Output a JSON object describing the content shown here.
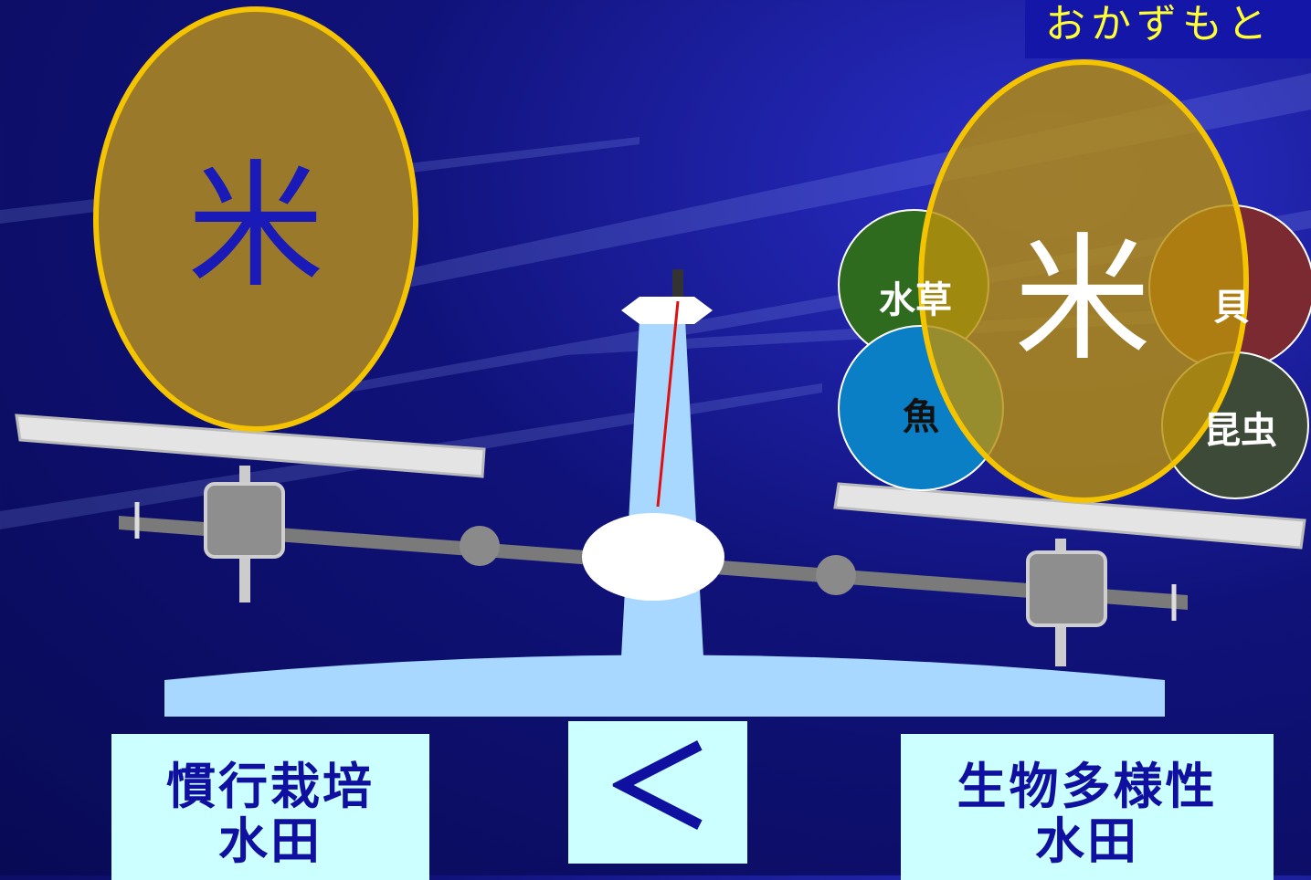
{
  "header": {
    "title": "おかずもと"
  },
  "left_pan": {
    "main_item": "米"
  },
  "right_pan": {
    "main_item": "米",
    "items": [
      {
        "label": "水草",
        "color": "#2e6b1e"
      },
      {
        "label": "魚",
        "color": "#0a7fc6"
      },
      {
        "label": "貝",
        "color": "#7a2a30"
      },
      {
        "label": "昆虫",
        "color": "#3e4a38"
      }
    ]
  },
  "labels": {
    "left": {
      "line1": "慣行栽培",
      "line2": "水田"
    },
    "comparison": "＜",
    "right": {
      "line1": "生物多様性",
      "line2": "水田"
    }
  },
  "colors": {
    "background": "#10127a",
    "title_bg": "#1416a8",
    "title_text": "#ffff33",
    "rice_fill": "#9a7a2a",
    "rice_border": "#f5c400",
    "label_bg": "#ccffff",
    "label_text": "#1010a0",
    "scale_base": "#a8d8ff"
  }
}
